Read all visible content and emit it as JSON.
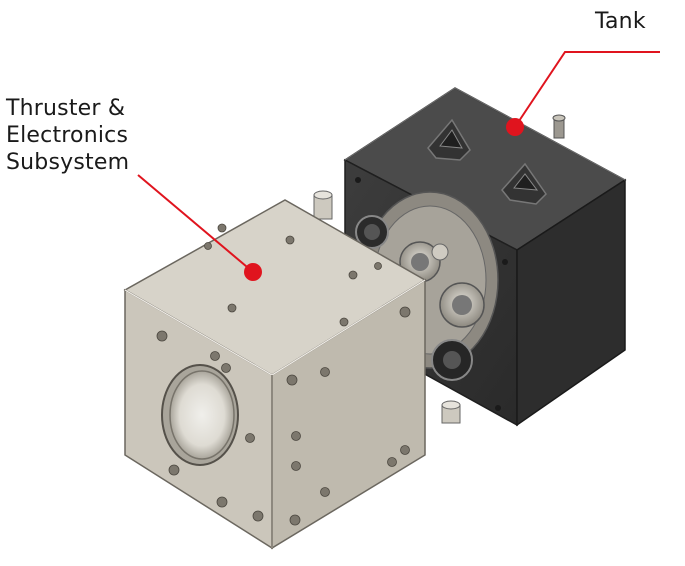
{
  "labels": {
    "tank": "Tank",
    "thruster_lines": [
      "Thruster &",
      "Electronics",
      "Subsystem"
    ]
  },
  "colors": {
    "callout": "#e0141e",
    "tank_body": "#3a3a3a",
    "tank_top": "#4a4a4a",
    "tank_side": "#2c2c2c",
    "thruster_top": "#d6d2c8",
    "thruster_front": "#c9c4b9",
    "thruster_side": "#bdb8ac",
    "label_text": "#1a1a1a"
  },
  "icons": {
    "callout_marker": "red-dot"
  }
}
